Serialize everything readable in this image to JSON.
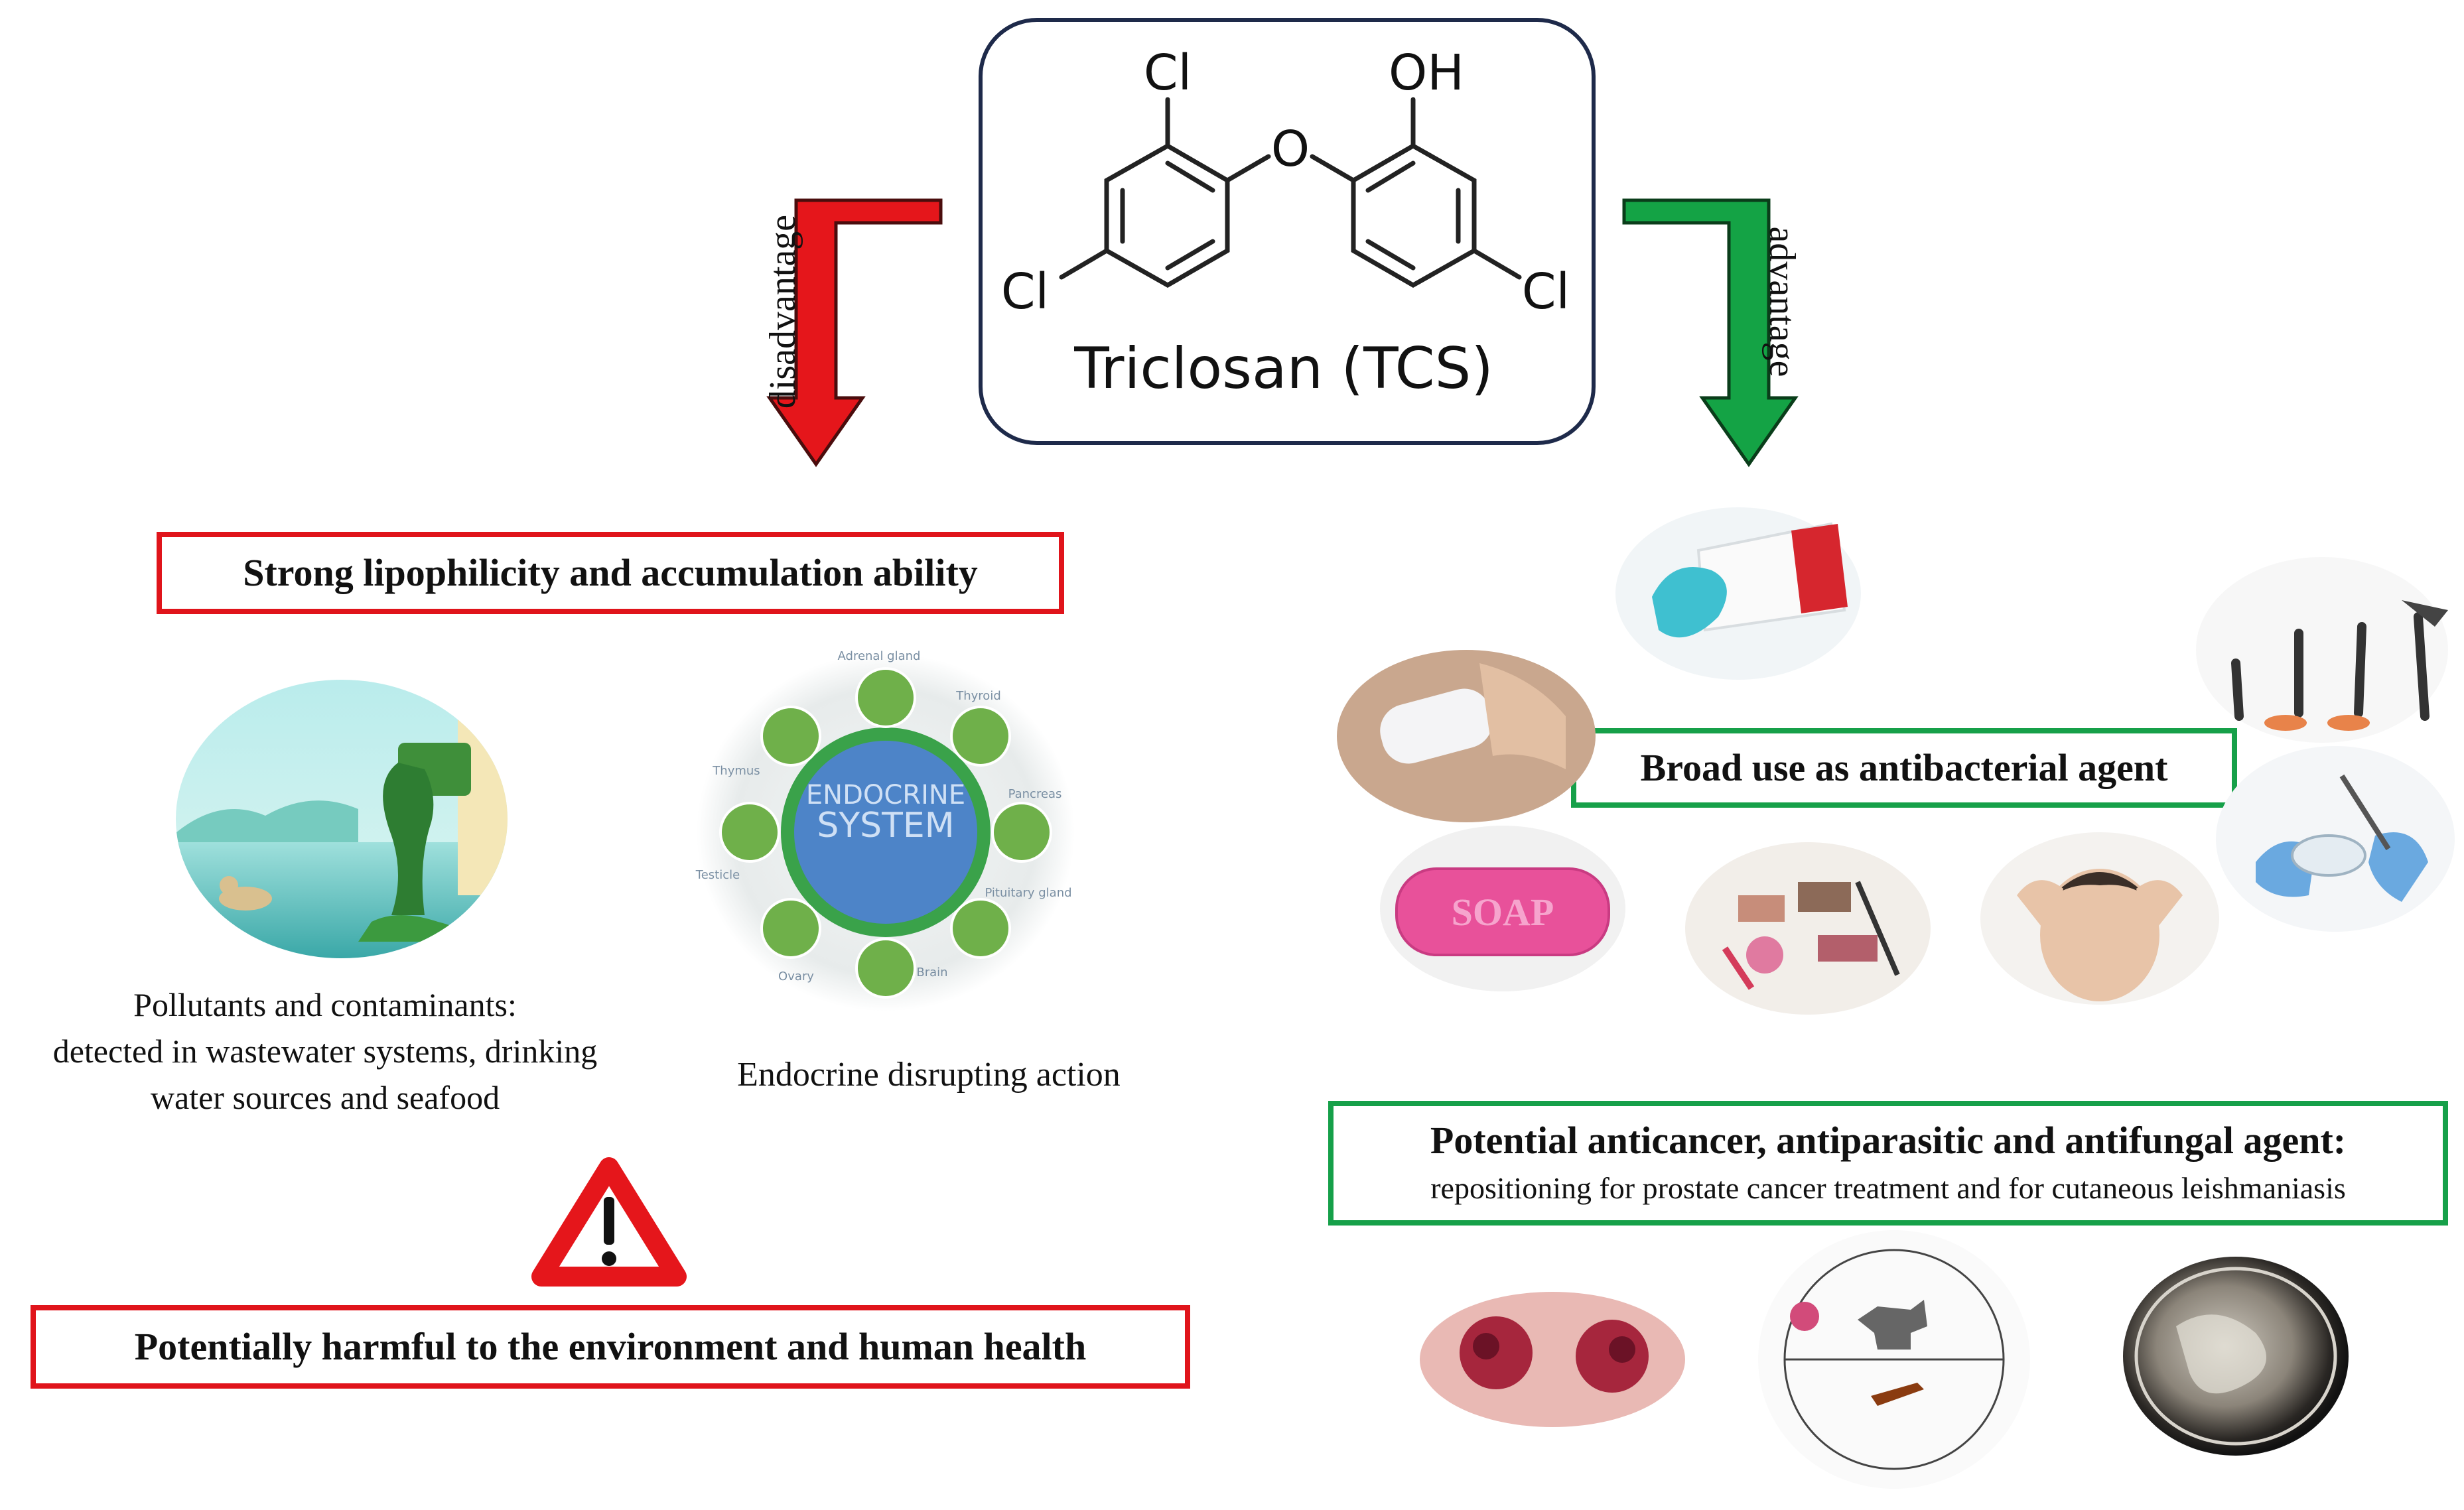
{
  "molecule": {
    "name": "Triclosan (TCS)",
    "atoms": {
      "cl_top": "Cl",
      "oh": "OH",
      "o_bridge": "O",
      "cl_left": "Cl",
      "cl_right": "Cl"
    }
  },
  "arrows": {
    "left_label": "disadvantage",
    "right_label": "advantage"
  },
  "left": {
    "heading": "Strong lipophilicity and accumulation ability",
    "pollutants_caption": [
      "Pollutants and contaminants:",
      "detected in wastewater systems, drinking",
      "water sources and seafood"
    ],
    "endocrine_caption": "Endocrine disrupting action",
    "endocrine_icon": {
      "title_line1": "ENDOCRINE",
      "title_line2": "SYSTEM",
      "organs": [
        "Adrenal gland",
        "Thyroid",
        "Pancreas",
        "Pituitary gland",
        "Brain",
        "Ovary",
        "Testicle",
        "Thymus"
      ]
    },
    "warning_icon": "warning-triangle",
    "conclusion": "Potentially harmful to the environment and human health"
  },
  "right": {
    "antibacterial": "Broad use as antibacterial agent",
    "products": [
      "toothpaste",
      "deodorant",
      "prosthetics",
      "medical-devices",
      "soap",
      "cosmetics",
      "shampoo"
    ],
    "soap_text": "SOAP",
    "potential_title": "Potential anticancer, antiparasitic and antifungal agent:",
    "potential_sub": "repositioning for prostate cancer treatment and for cutaneous leishmaniasis"
  },
  "colors": {
    "red": "#e5161b",
    "green": "#14a345",
    "box_red": "#e0141b",
    "box_green": "#16a049",
    "navy": "#1e2a4a"
  }
}
